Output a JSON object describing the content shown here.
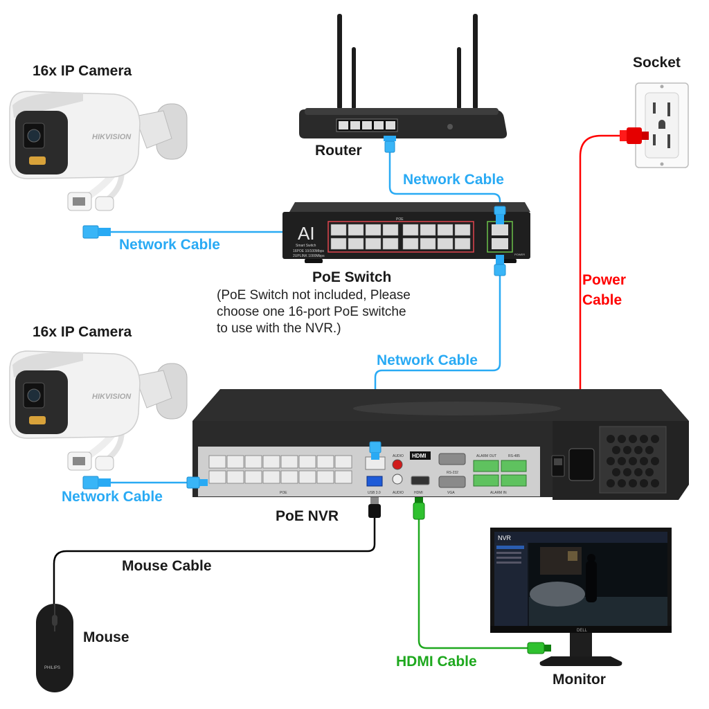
{
  "labels": {
    "camera_top": "16x IP Camera",
    "camera_bottom": "16x IP Camera",
    "router": "Router",
    "socket": "Socket",
    "poe_switch": "PoE Switch",
    "poe_switch_note": [
      "(PoE Switch not included,  Please",
      "choose one 16-port PoE switche",
      "to use with the NVR.)"
    ],
    "poe_nvr": "PoE NVR",
    "mouse": "Mouse",
    "monitor": "Monitor"
  },
  "cables": {
    "router_to_switch": "Network Cable",
    "camera_top_to_switch": "Network Cable",
    "switch_to_nvr": "Network Cable",
    "camera_bottom_to_nvr": "Network Cable",
    "power": [
      "Power",
      "Cable"
    ],
    "mouse": "Mouse Cable",
    "hdmi": "HDMI Cable"
  },
  "device_text": {
    "camera_brand": "HIKVISION",
    "switch_poe": "POE",
    "switch_logo": "AI",
    "switch_subtitle": "Smart Switch",
    "switch_spec_1": "16POE 10/100Mbps",
    "switch_spec_2": "2UPLINK 1000Mbps",
    "switch_power": "POWER",
    "nvr_port_poe": "POE",
    "nvr_port_usb": "USB 3.0",
    "nvr_port_audio_top": "AUDIO",
    "nvr_port_audio_bottom": "AUDIO",
    "nvr_port_hdmi_logo": "HDMI",
    "nvr_port_hdmi": "HDMI",
    "nvr_port_vga": "VGA",
    "nvr_port_rs232": "RS-232",
    "nvr_port_alarm_out": "ALARM OUT",
    "nvr_port_alarm_in": "ALARM IN",
    "nvr_port_rs485": "RS-485",
    "monitor_app": "NVR",
    "monitor_brand": "DELL",
    "mouse_brand": "PHILIPS"
  },
  "colors": {
    "network": "#29aaf4",
    "power": "#ff0000",
    "hdmi": "#1ea81e",
    "mouse": "#000000"
  }
}
